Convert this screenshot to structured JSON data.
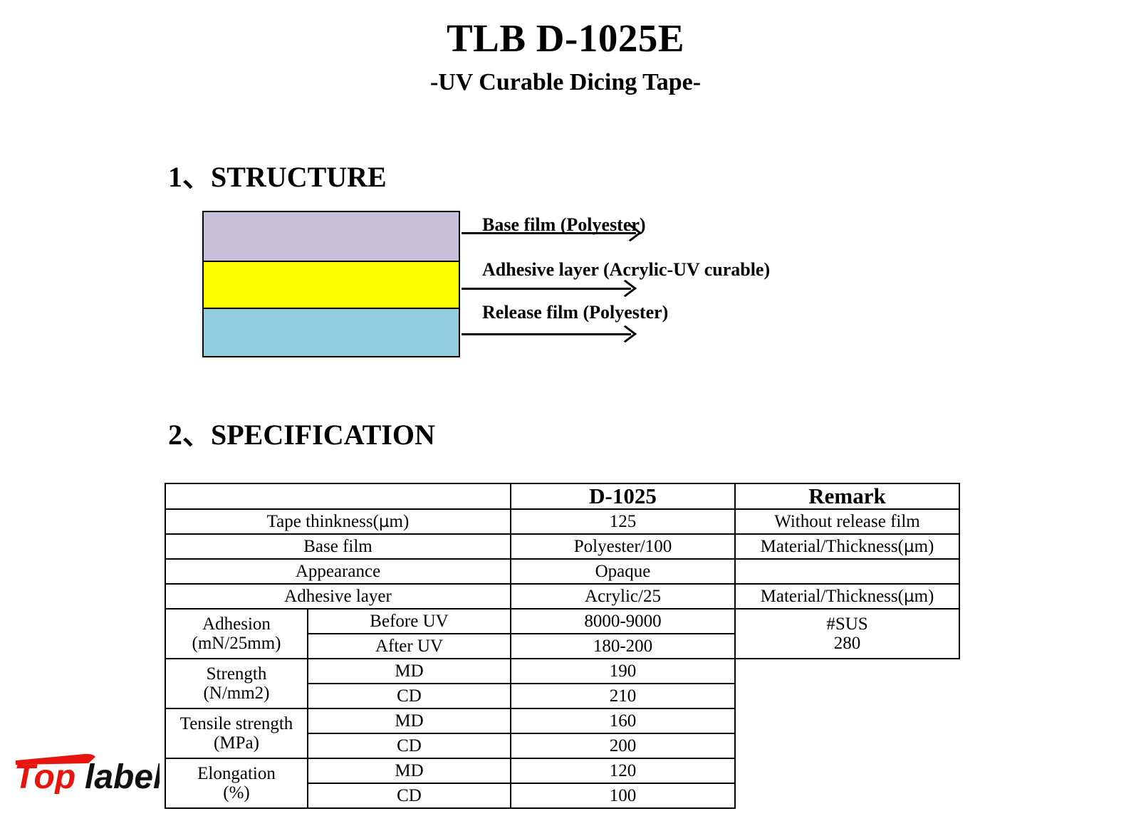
{
  "document": {
    "title": "TLB D-1025E",
    "subtitle": "-UV Curable Dicing Tape-"
  },
  "sections": {
    "structure": {
      "heading": "1、STRUCTURE",
      "layers": [
        {
          "name": "base-film",
          "label": "Base film (Polyester)",
          "color": "#C6C0DA"
        },
        {
          "name": "adhesive-layer",
          "label": "Adhesive layer (Acrylic-UV curable)",
          "color": "#FFFF00"
        },
        {
          "name": "release-film",
          "label": "Release film (Polyester)",
          "color": "#92CDDE"
        }
      ]
    },
    "specification": {
      "heading": "2、SPECIFICATION",
      "table": {
        "headers": {
          "property": "",
          "value": "D-1025",
          "remark": "Remark"
        },
        "rows": [
          {
            "label": "Tape thinkness(",
            "label_unit": "m)",
            "sub": "",
            "value": "125",
            "remark": "Without release film"
          },
          {
            "label": "Base film",
            "label_unit": "",
            "sub": "",
            "value": "Polyester/100",
            "remark": "Material/Thickness(",
            "remark_unit": "m)"
          },
          {
            "label": "Appearance",
            "label_unit": "",
            "sub": "",
            "value": "Opaque",
            "remark": ""
          },
          {
            "label": "Adhesive layer",
            "label_unit": "",
            "sub": "",
            "value": "Acrylic/25",
            "remark": "Material/Thickness(",
            "remark_unit": "m)"
          }
        ],
        "grouped_rows": [
          {
            "label_line1": "Adhesion",
            "label_line2": "(mN/25mm)",
            "remark_line1": "#SUS",
            "remark_line2": "280",
            "items": [
              {
                "sub": "Before UV",
                "value": "8000-9000"
              },
              {
                "sub": "After UV",
                "value": "180-200"
              }
            ]
          },
          {
            "label_line1": "Strength",
            "label_line2": "(N/mm2)",
            "items": [
              {
                "sub": "MD",
                "value": "190"
              },
              {
                "sub": "CD",
                "value": "210"
              }
            ]
          },
          {
            "label_line1": "Tensile strength",
            "label_line2": "(MPa)",
            "items": [
              {
                "sub": "MD",
                "value": "160"
              },
              {
                "sub": "CD",
                "value": "200"
              }
            ]
          },
          {
            "label_line1": "Elongation",
            "label_line2": "(%)",
            "items": [
              {
                "sub": "MD",
                "value": "120"
              },
              {
                "sub": "CD",
                "value": "100"
              }
            ]
          }
        ]
      }
    }
  },
  "logo": {
    "text_top": "Top",
    "text_label": "label",
    "color_red": "#E8150F",
    "color_black": "#111111"
  }
}
